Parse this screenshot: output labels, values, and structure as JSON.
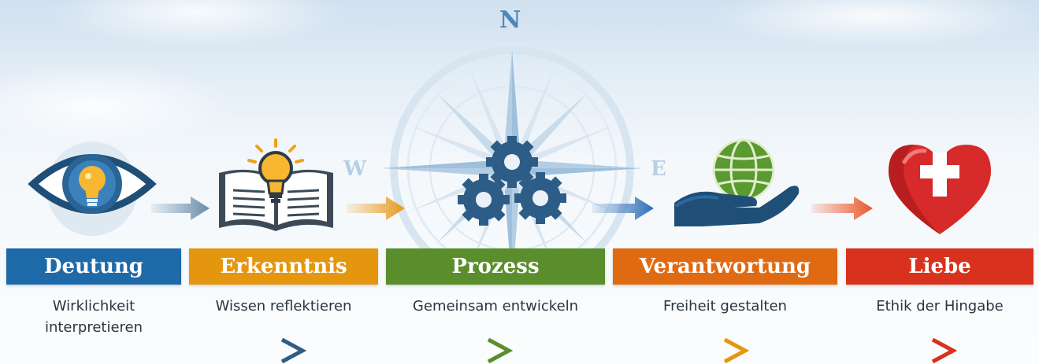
{
  "compass": {
    "north": "N",
    "west": "W",
    "east": "E"
  },
  "steps": [
    {
      "title": "Deutung",
      "subtitle_lines": [
        "Wirklichkeit",
        "interpretieren"
      ],
      "color": "#1e6aa8",
      "icon": "eye-lightbulb-icon"
    },
    {
      "title": "Erkenntnis",
      "subtitle_lines": [
        "Wissen reflektieren"
      ],
      "color": "#e5960f",
      "icon": "book-lightbulb-icon"
    },
    {
      "title": "Prozess",
      "subtitle_lines": [
        "Gemeinsam entwickeln"
      ],
      "color": "#5a8e2c",
      "icon": "gears-icon"
    },
    {
      "title": "Verantwortung",
      "subtitle_lines": [
        "Freiheit gestalten"
      ],
      "color": "#e06a12",
      "icon": "hand-globe-icon"
    },
    {
      "title": "Liebe",
      "subtitle_lines": [
        "Ethik der Hingabe"
      ],
      "color": "#d8321e",
      "icon": "heart-cross-icon"
    }
  ],
  "arrow_colors": [
    "#6a8cab",
    "#e89a1a",
    "#2f6fb8",
    "#e8582a"
  ],
  "timeline_colors": [
    "#2f5d84",
    "#5a8e2c",
    "#e5960f",
    "#d8321e"
  ]
}
